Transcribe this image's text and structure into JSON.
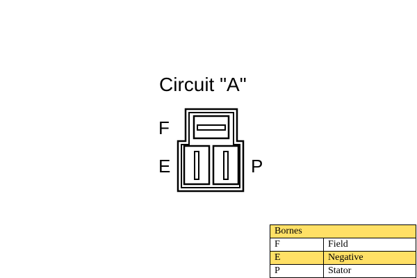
{
  "diagram": {
    "title": "Circuit \"A\"",
    "pins": {
      "f": "F",
      "e": "E",
      "p": "P"
    }
  },
  "legend": {
    "header": "Bornes",
    "rows": [
      {
        "code": "F",
        "name": "Field"
      },
      {
        "code": "E",
        "name": "Negative"
      },
      {
        "code": "P",
        "name": "Stator"
      }
    ]
  },
  "colors": {
    "highlight": "#ffe066",
    "line": "#000000"
  }
}
